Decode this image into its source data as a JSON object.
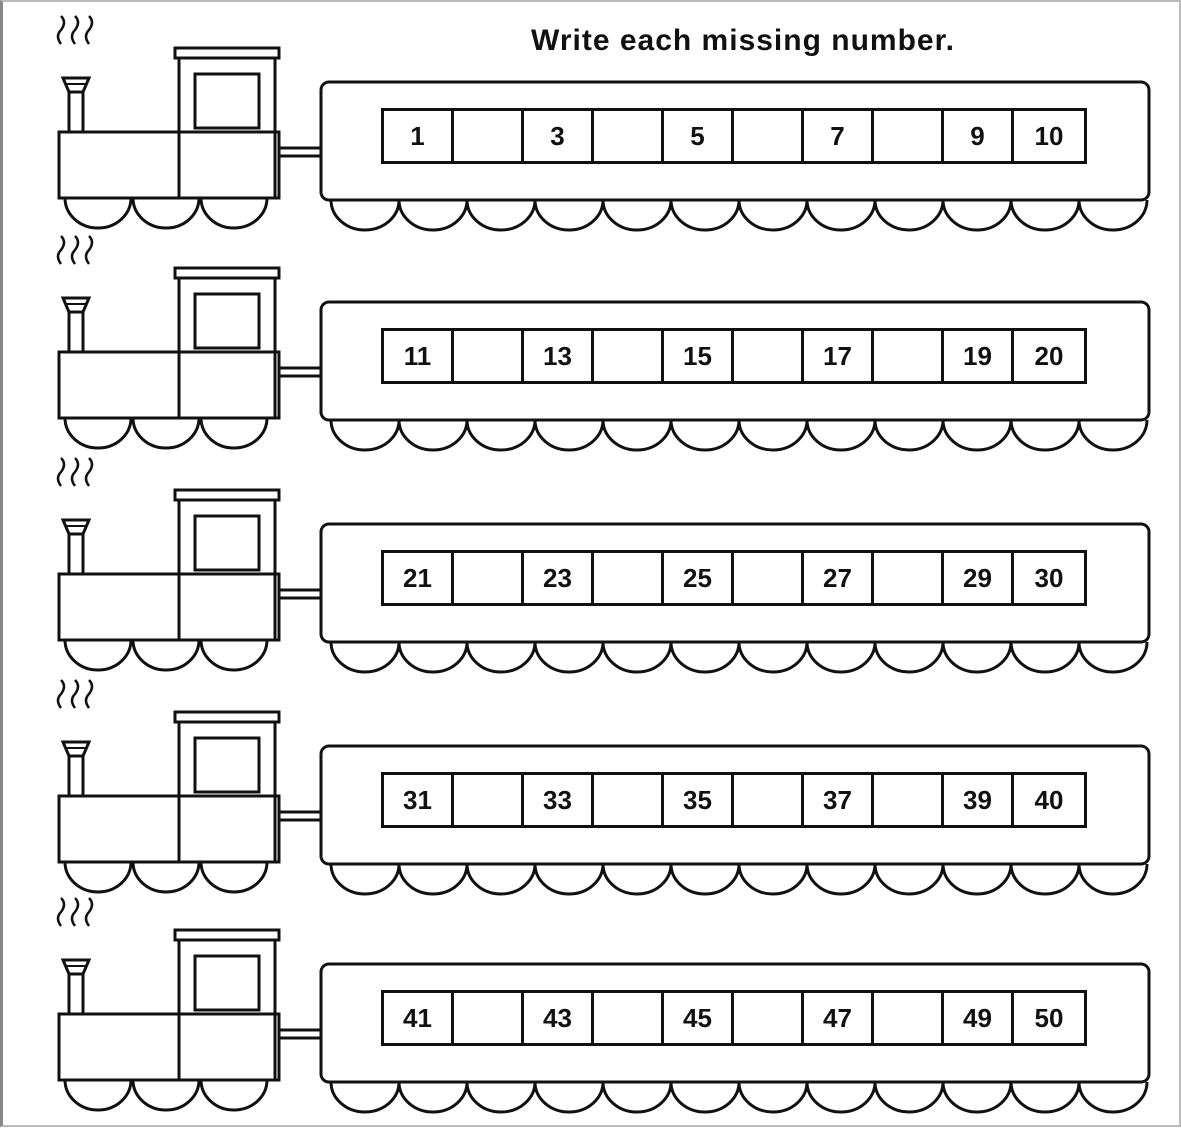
{
  "title": "Write each missing number.",
  "rows": [
    {
      "cells": [
        "1",
        "",
        "3",
        "",
        "5",
        "",
        "7",
        "",
        "9",
        "10"
      ]
    },
    {
      "cells": [
        "11",
        "",
        "13",
        "",
        "15",
        "",
        "17",
        "",
        "19",
        "20"
      ]
    },
    {
      "cells": [
        "21",
        "",
        "23",
        "",
        "25",
        "",
        "27",
        "",
        "29",
        "30"
      ]
    },
    {
      "cells": [
        "31",
        "",
        "33",
        "",
        "35",
        "",
        "37",
        "",
        "39",
        "40"
      ]
    },
    {
      "cells": [
        "41",
        "",
        "43",
        "",
        "45",
        "",
        "47",
        "",
        "49",
        "50"
      ]
    }
  ],
  "icons": {
    "engine": "train-engine-icon",
    "smoke": "smoke-icon",
    "wheels": "wheel-icon"
  }
}
